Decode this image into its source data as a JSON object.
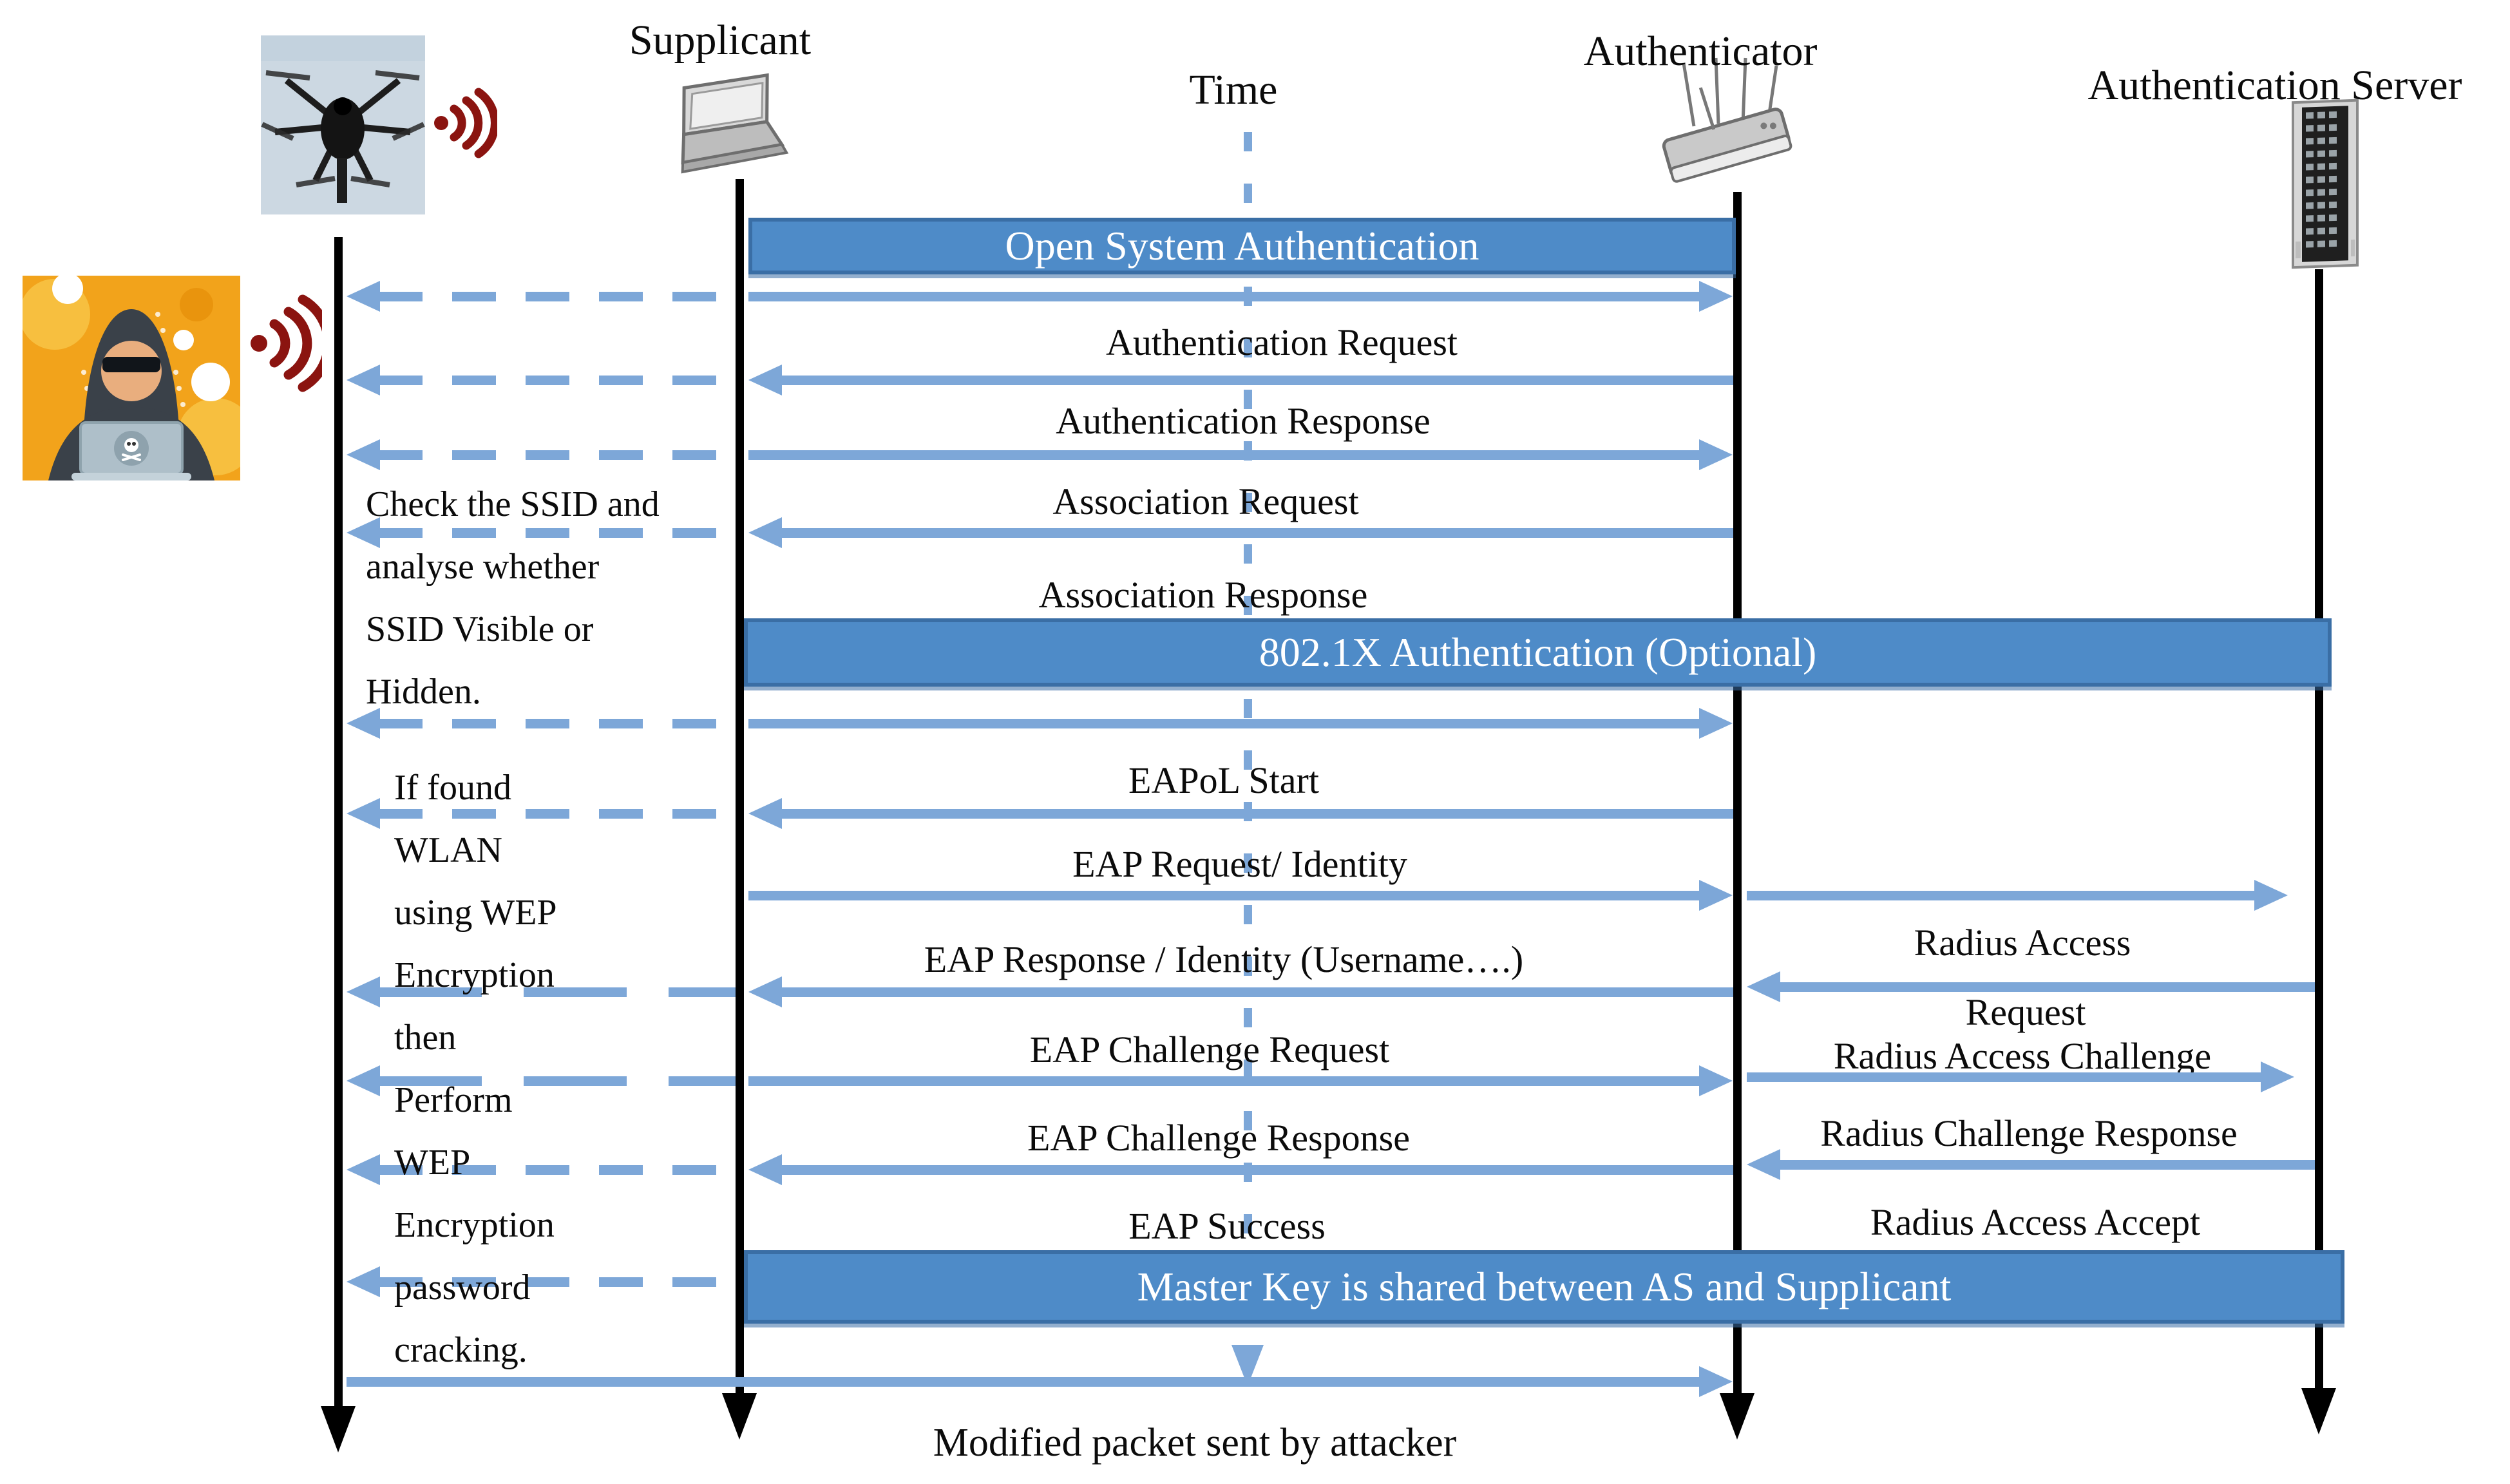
{
  "colors": {
    "arrow_blue": "#7da7d8",
    "banner_fill": "#4e8bc8",
    "banner_border": "#3a6ea5",
    "wifi_red": "#8b1410"
  },
  "actors": {
    "supplicant": "Supplicant",
    "time": "Time",
    "authenticator": "Authenticator",
    "auth_server": "Authentication Server"
  },
  "banners": {
    "open_system": "Open System Authentication",
    "dot1x": "802.1X Authentication (Optional)",
    "master_key": "Master Key is shared between AS and Supplicant"
  },
  "messages": {
    "auth_request": "Authentication Request",
    "auth_response": "Authentication Response",
    "assoc_request": "Association Request",
    "assoc_response": "Association Response",
    "eapol_start": "EAPoL Start",
    "eap_request_identity": "EAP Request/ Identity",
    "eap_response_identity": "EAP Response / Identity (Username….)",
    "eap_challenge_request": "EAP Challenge Request",
    "eap_challenge_response": "EAP Challenge Response",
    "eap_success": "EAP Success"
  },
  "radius": {
    "access_line1": "Radius Access",
    "access_line2": "Request",
    "access_challenge": "Radius Access Challenge",
    "challenge_response": "Radius Challenge Response",
    "access_accept": "Radius Access Accept"
  },
  "notes": {
    "ssid": [
      "Check the SSID and",
      "analyse whether",
      "SSID Visible or",
      "Hidden."
    ],
    "wep": [
      "If found",
      "WLAN",
      "using WEP",
      "Encryption",
      "then",
      "Perform",
      "WEP",
      "Encryption",
      "password",
      "cracking."
    ]
  },
  "footer": "Modified packet sent by attacker"
}
